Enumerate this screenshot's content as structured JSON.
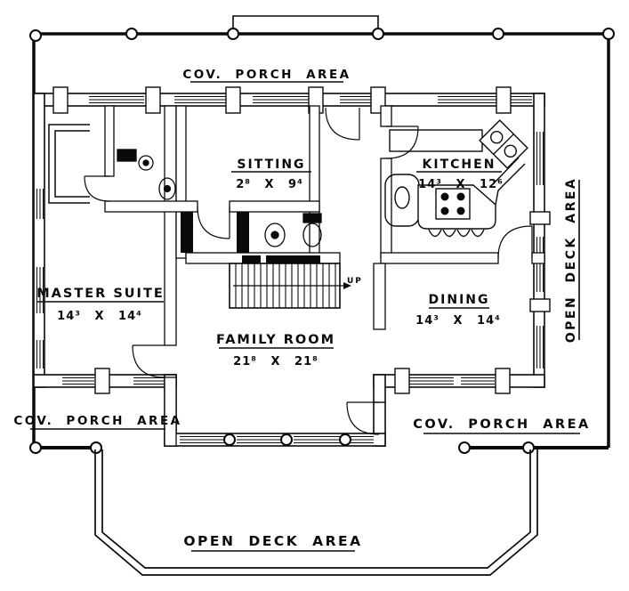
{
  "plan": {
    "title": "log home first floor plan",
    "bg_color": "#ffffff",
    "line_color": "#0a0a0a",
    "areas": {
      "top_porch": "COV. PORCH AREA",
      "left_porch": "COV. PORCH AREA",
      "right_porch": "COV. PORCH AREA",
      "right_deck": "OPEN DECK AREA",
      "bottom_deck": "OPEN DECK AREA"
    },
    "rooms": {
      "sitting": {
        "name": "SITTING",
        "dims": "2⁸  X  9⁴"
      },
      "kitchen": {
        "name": "KITCHEN",
        "dims": "14³  X  12⁶"
      },
      "master": {
        "name": "MASTER  SUITE",
        "dims": "14³  X  14⁴"
      },
      "dining": {
        "name": "DINING",
        "dims": "14³  X  14⁴"
      },
      "family": {
        "name": "FAMILY  ROOM",
        "dims": "21⁸  X  21⁸"
      }
    },
    "stairs": {
      "direction": "UP"
    }
  }
}
